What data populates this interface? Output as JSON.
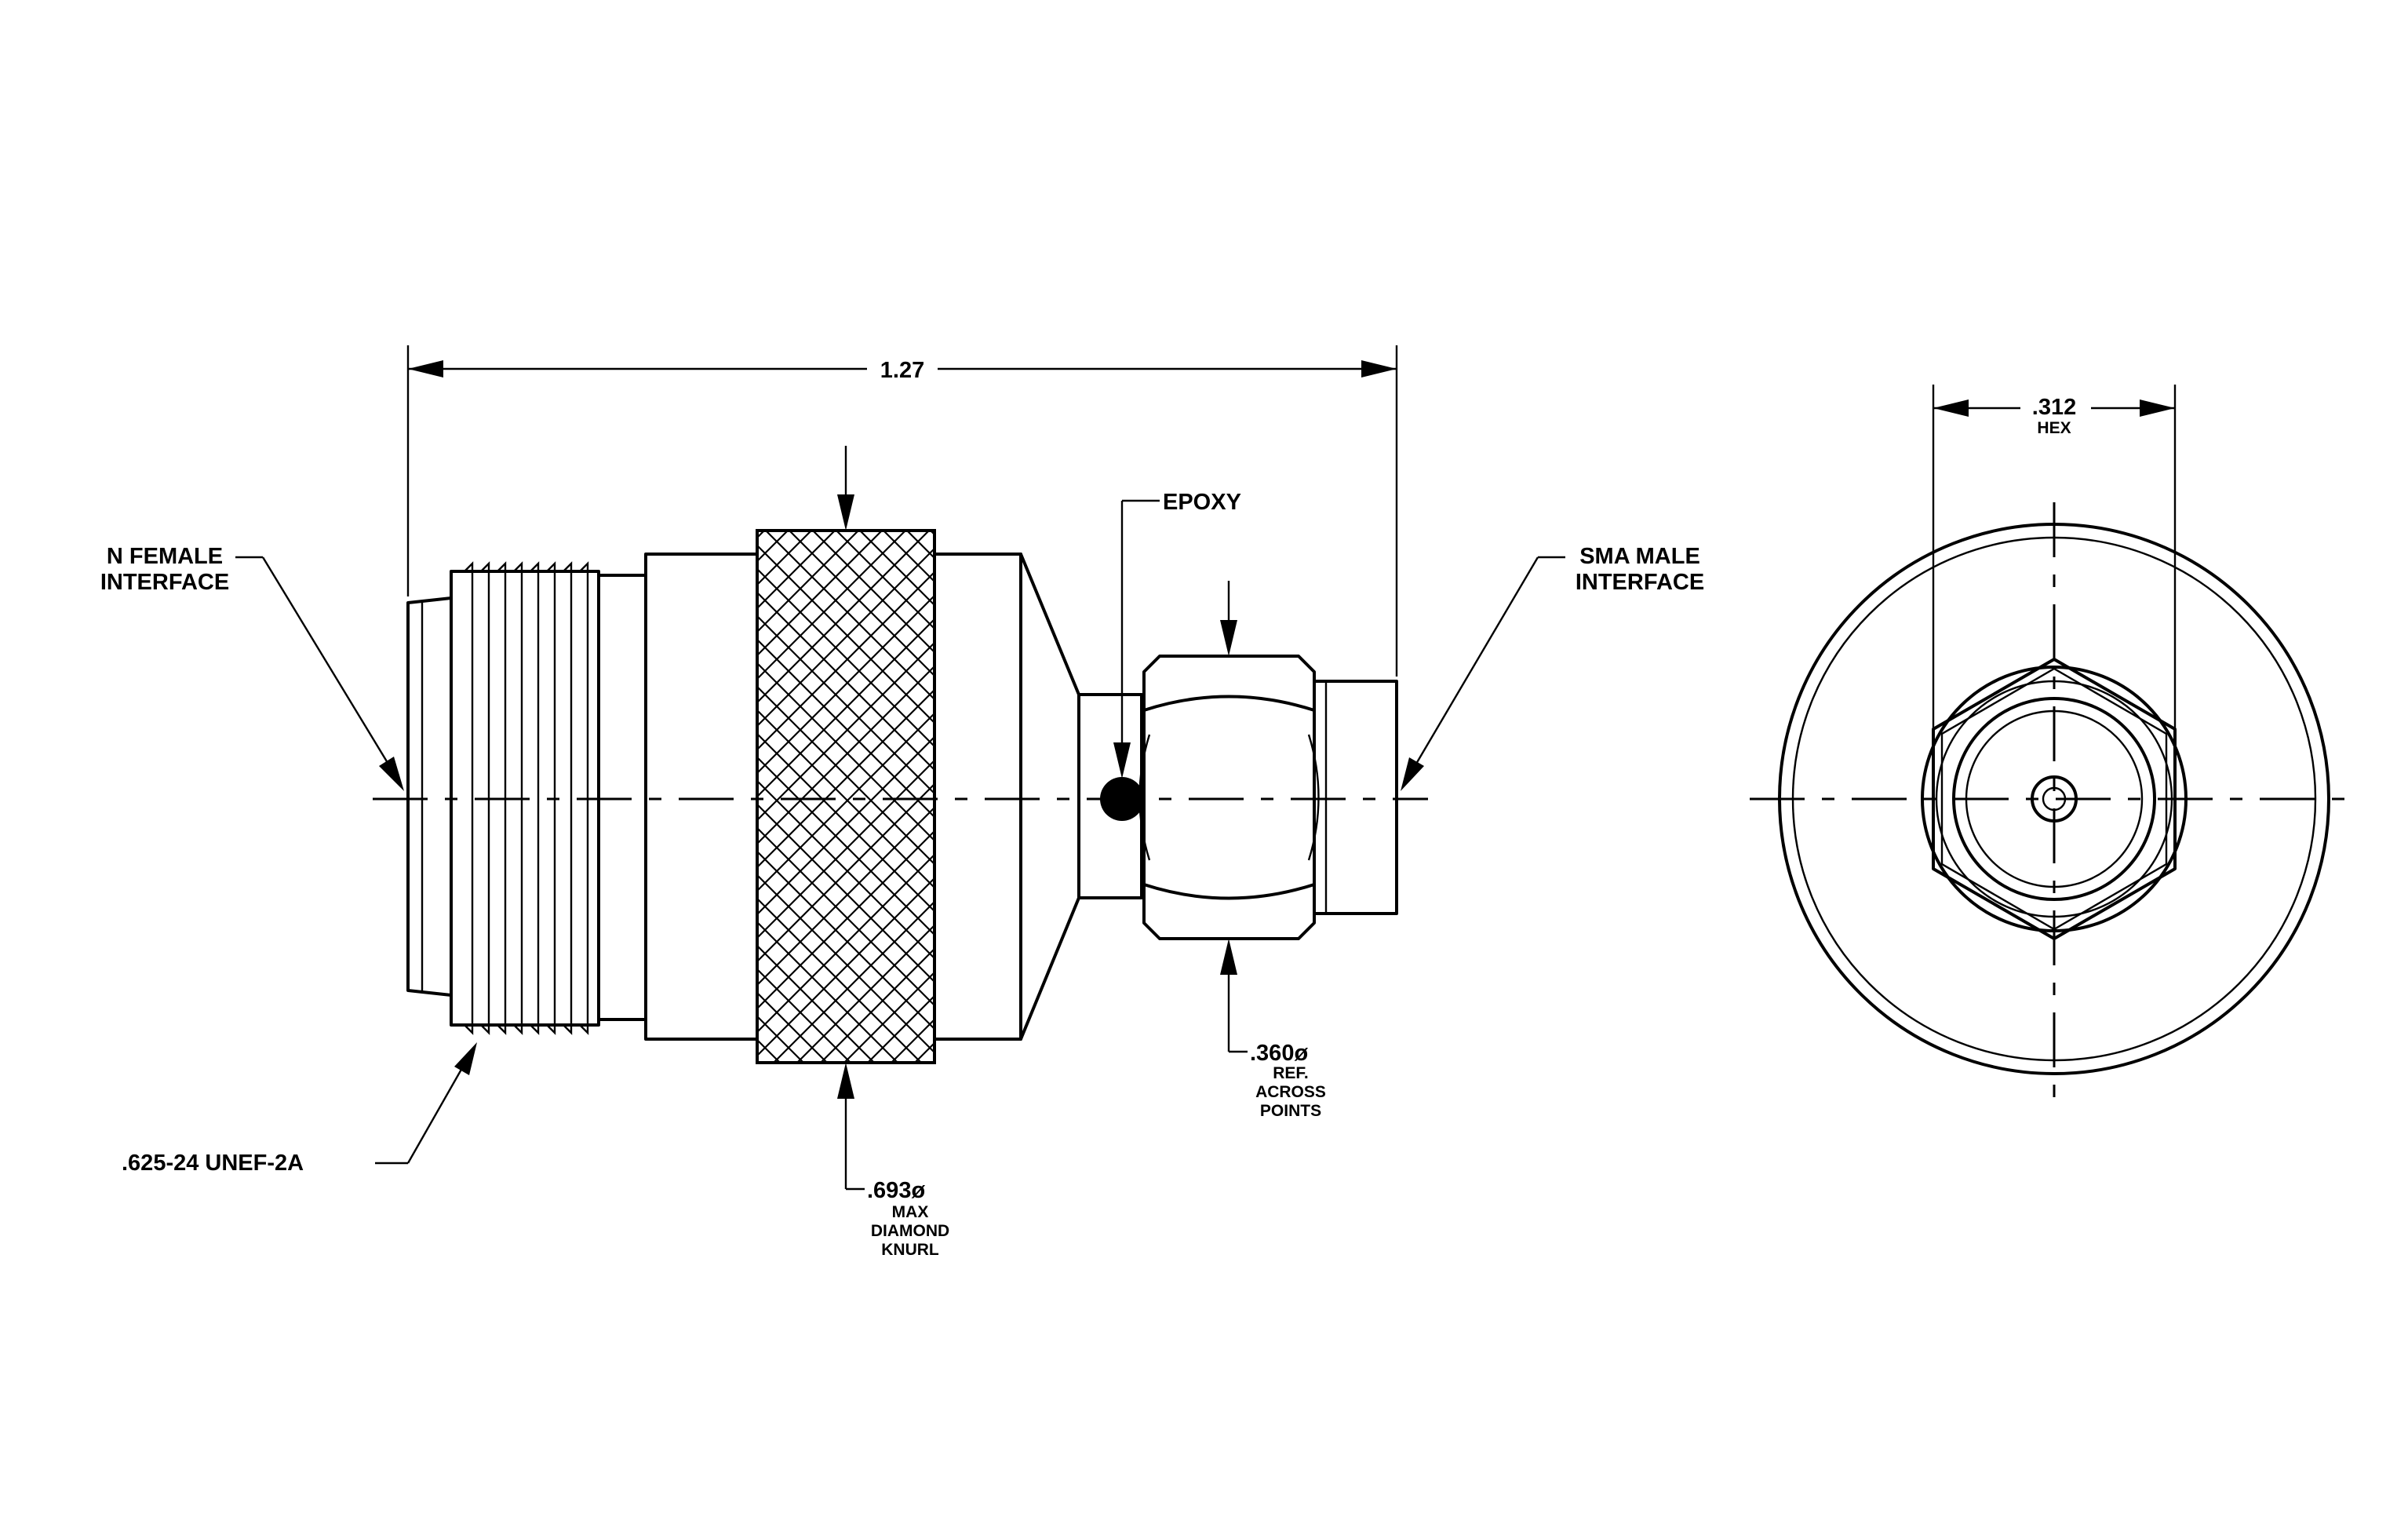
{
  "labels": {
    "overall_length": "1.27",
    "hex_width": ".312",
    "hex_word": "HEX",
    "n_female_line1": "N  FEMALE",
    "n_female_line2": "INTERFACE",
    "sma_male_line1": "SMA  MALE",
    "sma_male_line2": "INTERFACE",
    "epoxy": "EPOXY",
    "thread_spec": ".625-24  UNEF-2A",
    "knurl_dia": ".693ø",
    "knurl_line2": "MAX",
    "knurl_line3": "DIAMOND",
    "knurl_line4": "KNURL",
    "hex_points_dia": ".360ø",
    "hex_points_line2": "REF.",
    "hex_points_line3": "ACROSS",
    "hex_points_line4": "POINTS"
  }
}
